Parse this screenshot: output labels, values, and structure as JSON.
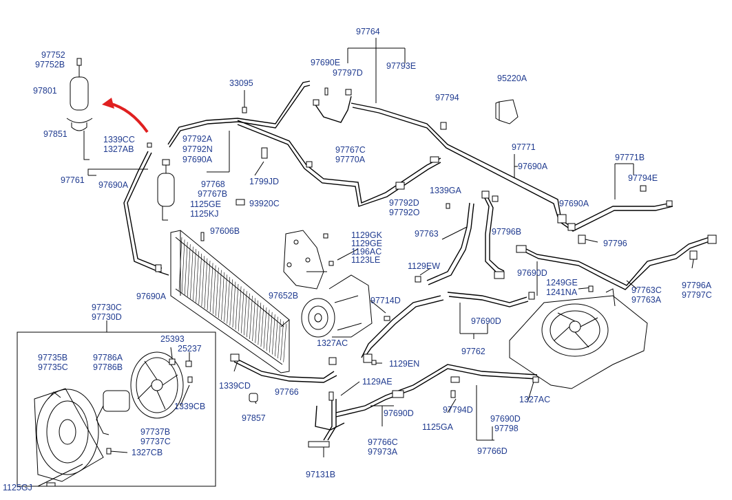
{
  "title": "",
  "labels": {
    "l97764": "97764",
    "l97752": "97752",
    "l97752B": "97752B",
    "l97801": "97801",
    "l97851": "97851",
    "l1339CC": "1339CC",
    "l1327AB": "1327AB",
    "l97761": "97761",
    "l97690A_1": "97690A",
    "l33095": "33095",
    "l97690E": "97690E",
    "l97797D": "97797D",
    "l97793E": "97793E",
    "l95220A": "95220A",
    "l97794": "97794",
    "l97792A": "97792A",
    "l97792N": "97792N",
    "l97690A_2": "97690A",
    "l1799JD": "1799JD",
    "l97767C": "97767C",
    "l97770A": "97770A",
    "l97771": "97771",
    "l97690A_3": "97690A",
    "l97771B": "97771B",
    "l97794E": "97794E",
    "l97768": "97768",
    "l97767B": "97767B",
    "l1125GE": "1125GE",
    "l1125KJ": "1125KJ",
    "l93920C": "93920C",
    "l97792D": "97792D",
    "l97792O": "97792O",
    "l1339GA": "1339GA",
    "l97690A_4": "97690A",
    "l97606B": "97606B",
    "l1129GK": "1129GK",
    "l1129GE": "1129GE",
    "l1196AC": "1196AC",
    "l1123LE": "1123LE",
    "l97763": "97763",
    "l97796B": "97796B",
    "l97796": "97796",
    "l1129EW": "1129EW",
    "l97690A_5": "97690A",
    "l97652B": "97652B",
    "l97714D": "97714D",
    "l97690D_1": "97690D",
    "l1249GE": "1249GE",
    "l1241NA": "1241NA",
    "l97763C": "97763C",
    "l97763A": "97763A",
    "l97796A": "97796A",
    "l97797C": "97797C",
    "l97730C": "97730C",
    "l97730D": "97730D",
    "l25393": "25393",
    "l25237": "25237",
    "l97735B": "97735B",
    "l97735C": "97735C",
    "l97786A": "97786A",
    "l97786B": "97786B",
    "l1327AC_1": "1327AC",
    "l1129EN": "1129EN",
    "l97690D_2": "97690D",
    "l97762": "97762",
    "l1339CD": "1339CD",
    "l97766": "97766",
    "l1129AE": "1129AE",
    "l1339CB": "1339CB",
    "l97857": "97857",
    "l97690D_3": "97690D",
    "l97794D": "97794D",
    "l1327AC_2": "1327AC",
    "l97737B": "97737B",
    "l97737C": "97737C",
    "l1125GA": "1125GA",
    "l97690D_4": "97690D",
    "l97798": "97798",
    "l1327CB": "1327CB",
    "l97766C": "97766C",
    "l97973A": "97973A",
    "l97766D": "97766D",
    "l1125GJ": "1125GJ",
    "l97131B": "97131B"
  },
  "colors": {
    "label": "#1f3a8f",
    "line": "#000000",
    "arrow": "#e02020"
  }
}
